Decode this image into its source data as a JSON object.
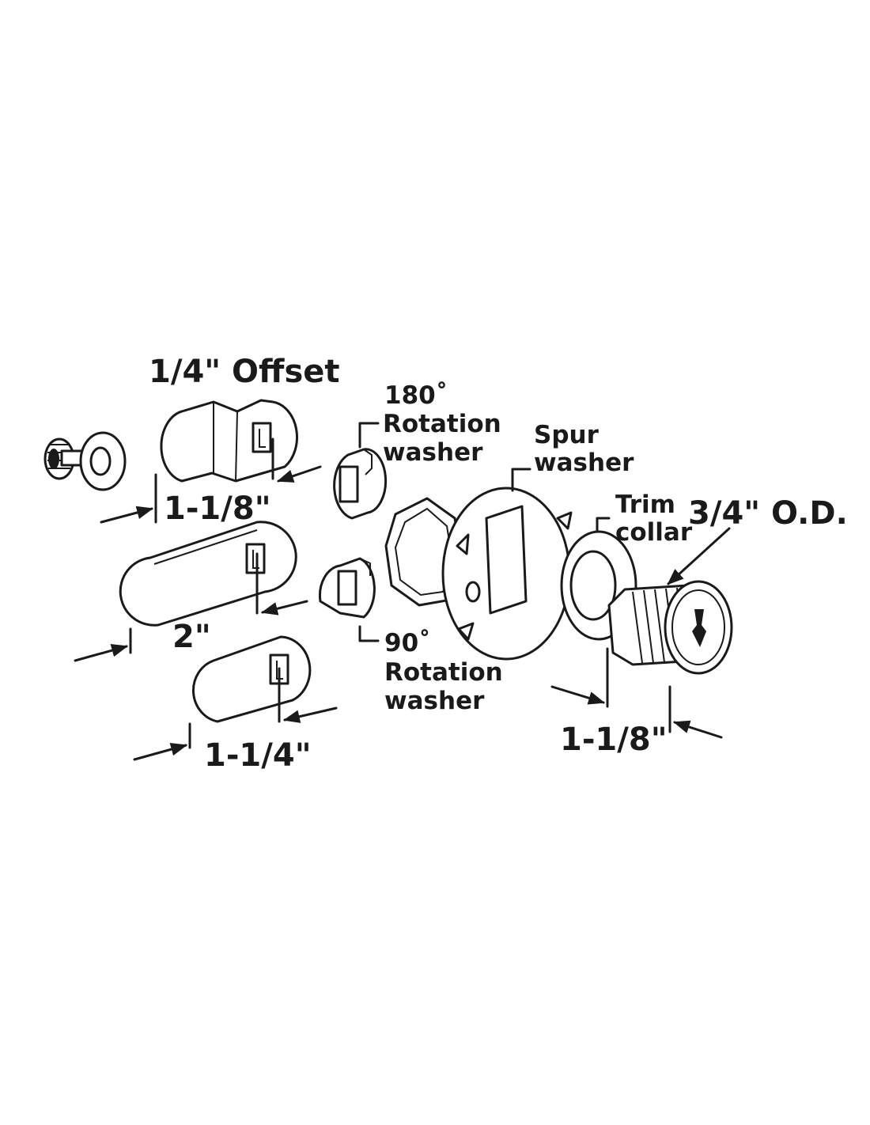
{
  "labels": {
    "offset": "1/4\" Offset",
    "cam_offset_length": "1-1/8\"",
    "cam_long_length": "2\"",
    "cam_short_length": "1-1/4\"",
    "rotation_180_degree": "180˚",
    "rotation_180_line1": "Rotation",
    "rotation_180_line2": "washer",
    "rotation_90_degree": "90˚",
    "rotation_90_line1": "Rotation",
    "rotation_90_line2": "washer",
    "spur_line1": "Spur",
    "spur_line2": "washer",
    "trim_line1": "Trim",
    "trim_line2": "collar",
    "outer_diameter": "3/4\" O.D.",
    "cylinder_length": "1-1/8\""
  },
  "colors": {
    "ink": "#1a1a1a",
    "background": "#ffffff"
  }
}
